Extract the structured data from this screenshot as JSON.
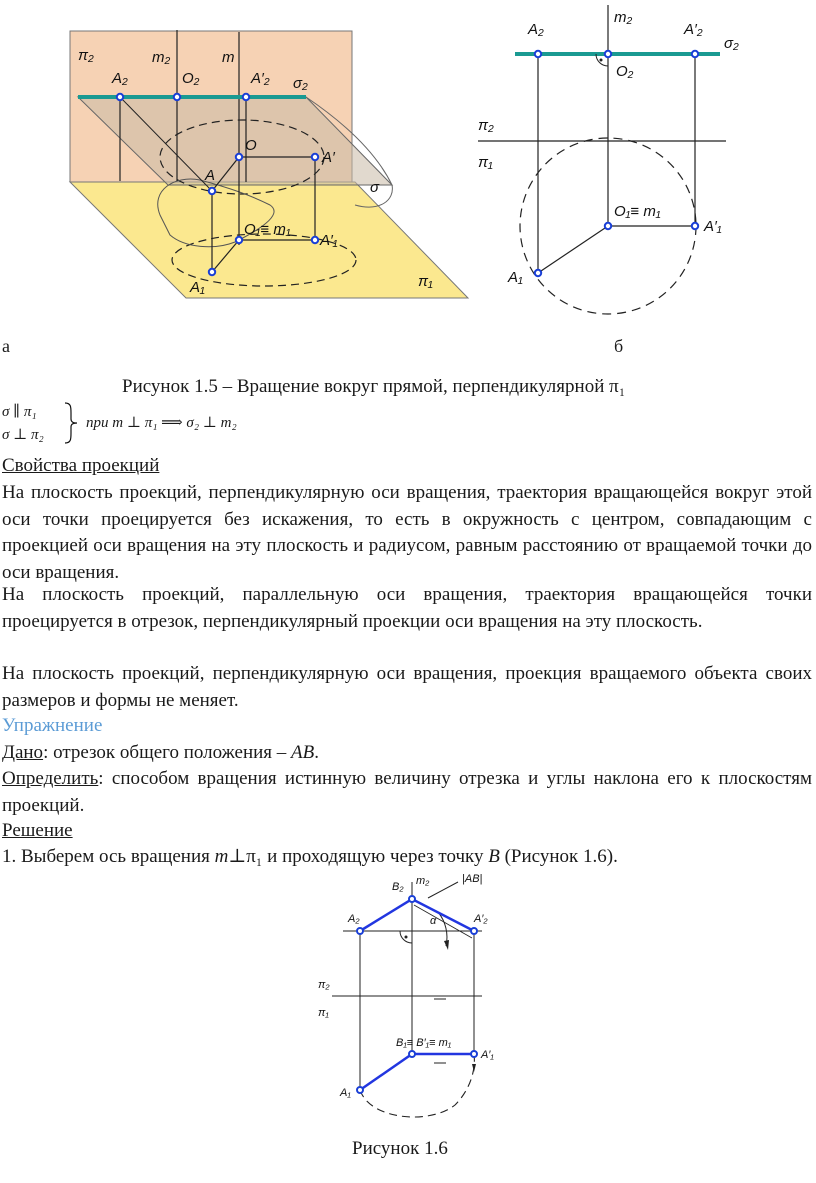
{
  "fig15": {
    "a": {
      "labels": {
        "pi2": "π₂",
        "m2": "m₂",
        "m": "m",
        "O2": "O₂",
        "A2": "A₂",
        "A2p": "A′₂",
        "sigma2": "σ₂",
        "O": "O",
        "A": "A",
        "Ap": "A′",
        "sigma": "σ",
        "O1m1": "O₁≡ m₁",
        "A1p": "A′₁",
        "A1": "A₁",
        "pi1": "π₁"
      }
    },
    "b": {
      "labels": {
        "A2": "A₂",
        "m2": "m₂",
        "A2p": "A′₂",
        "sigma2": "σ₂",
        "O2": "O₂",
        "pi2": "π₂",
        "pi1": "π₁",
        "O1m1": "O₁≡ m₁",
        "A1p": "A′₁",
        "A1": "A₁"
      }
    },
    "sub_a": "а",
    "sub_b": "б",
    "caption": "Рисунок 1.5 – Вращение вокруг прямой, перпендикулярной π₁"
  },
  "formula": {
    "line1": "σ ∥ π₁",
    "line2": "σ ⊥ π₂",
    "rhs": "при m ⊥ π₁ ⟹ σ₂ ⊥ m₂"
  },
  "properties": {
    "heading": "Свойства проекций",
    "p1": "На плоскость проекций, перпендикулярную оси вращения, траектория вращающейся вокруг этой оси точки проецируется без искажения, то есть в окружность с центром, совпадающим с проекцией оси вращения на эту плоскость и радиусом, равным расстоянию от вращаемой точки до оси вращения.",
    "p2": "На плоскость проекций, параллельную оси вращения, траектория вращающейся точки проецируется в отрезок, перпендикулярный проекции оси вращения на эту плоскость.",
    "p3": "На плоскость проекций, перпендикулярную оси вращения, проекция вращаемого объекта своих размеров и формы не меняет."
  },
  "exercise": {
    "heading": "Упражнение",
    "given_label": "Дано",
    "given_text": ": отрезок общего положения – ",
    "given_segment": "AB",
    "given_end": ".",
    "find_label": "Определить",
    "find_text": ": способом вращения истинную величину отрезка и углы наклона его к плоскостям проекций.",
    "solution_label": "Решение",
    "step1_a": "1. Выберем ось вращения ",
    "step1_axis": "m",
    "step1_b": "⊥π₁ и проходящую через точку ",
    "step1_point": "B",
    "step1_c": " (Рисунок 1.6)."
  },
  "fig16": {
    "labels": {
      "B2": "B₂",
      "m2": "m₂",
      "AB": "|AB|",
      "A2": "A₂",
      "alpha": "α",
      "A2p": "A′₂",
      "pi2": "π₂",
      "pi1": "π₁",
      "B1": "B₁≡ B′₁≡ m₁",
      "A1p": "A′₁",
      "A1": "A₁"
    },
    "caption": "Рисунок 1.6"
  },
  "colors": {
    "plane_pi2": "#f6d2b4",
    "plane_pi1": "#fbe88f",
    "sigma_line": "#1a9a92",
    "point_blue": "#1a3fd6",
    "segment_blue": "#2236e0",
    "exercise_heading": "#5b9bd5"
  }
}
